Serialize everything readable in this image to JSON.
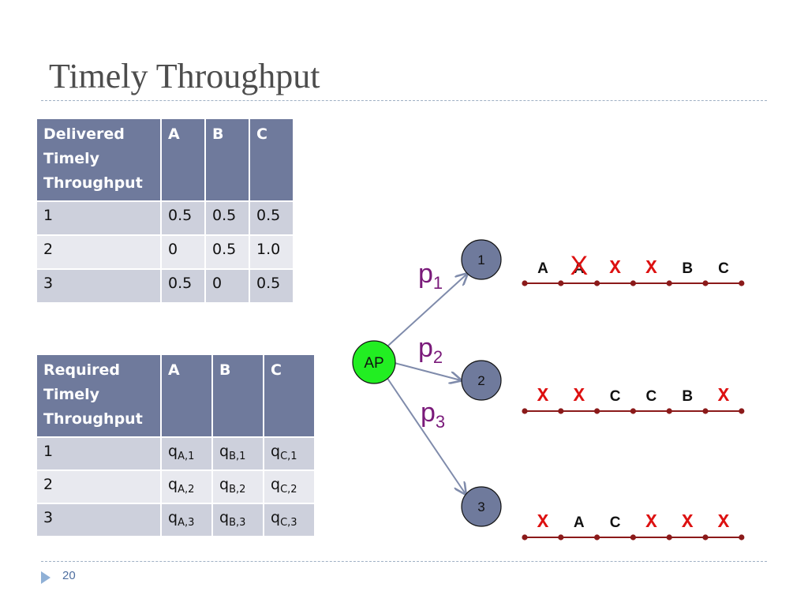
{
  "slide": {
    "title": "Timely Throughput",
    "page_number": "20"
  },
  "delivered_table": {
    "header": [
      "Delivered Timely Throughput",
      "A",
      "B",
      "C"
    ],
    "rows": [
      [
        "1",
        "0.5",
        "0.5",
        "0.5"
      ],
      [
        "2",
        "0",
        "0.5",
        "1.0"
      ],
      [
        "3",
        "0.5",
        "0",
        "0.5"
      ]
    ]
  },
  "required_table": {
    "header": [
      "Required Timely Throughput",
      "A",
      "B",
      "C"
    ],
    "rows": [
      [
        {
          "base": "1"
        },
        {
          "base": "q",
          "sub": "A,1"
        },
        {
          "base": "q",
          "sub": "B,1"
        },
        {
          "base": "q",
          "sub": "C,1"
        }
      ],
      [
        {
          "base": "2"
        },
        {
          "base": "q",
          "sub": "A,2"
        },
        {
          "base": "q",
          "sub": "B,2"
        },
        {
          "base": "q",
          "sub": "C,2"
        }
      ],
      [
        {
          "base": "3"
        },
        {
          "base": "q",
          "sub": "A,3"
        },
        {
          "base": "q",
          "sub": "B,3"
        },
        {
          "base": "q",
          "sub": "C,3"
        }
      ]
    ]
  },
  "diagram": {
    "ap_label": "AP",
    "ap_color": "#22ee22",
    "client_color": "#6f7a9c",
    "link_color": "#7f8bab",
    "timeline_color": "#8b1a1a",
    "fail_color": "#dd1111",
    "prob_color": "#7a1a7a",
    "clients": [
      {
        "label": "1",
        "prob": "p",
        "prob_sub": "1",
        "slots": [
          {
            "text": "A",
            "kind": "ok"
          },
          {
            "text": "A",
            "kind": "fail-overlay"
          },
          {
            "text": "X",
            "kind": "fail"
          },
          {
            "text": "X",
            "kind": "fail"
          },
          {
            "text": "B",
            "kind": "ok"
          },
          {
            "text": "C",
            "kind": "ok"
          }
        ],
        "overlay_mark": "X"
      },
      {
        "label": "2",
        "prob": "p",
        "prob_sub": "2",
        "slots": [
          {
            "text": "X",
            "kind": "fail"
          },
          {
            "text": "X",
            "kind": "fail"
          },
          {
            "text": "C",
            "kind": "ok"
          },
          {
            "text": "C",
            "kind": "ok"
          },
          {
            "text": "B",
            "kind": "ok"
          },
          {
            "text": "X",
            "kind": "fail"
          }
        ]
      },
      {
        "label": "3",
        "prob": "p",
        "prob_sub": "3",
        "slots": [
          {
            "text": "X",
            "kind": "fail"
          },
          {
            "text": "A",
            "kind": "ok"
          },
          {
            "text": "C",
            "kind": "ok"
          },
          {
            "text": "X",
            "kind": "fail"
          },
          {
            "text": "X",
            "kind": "fail"
          },
          {
            "text": "X",
            "kind": "fail"
          }
        ]
      }
    ]
  }
}
